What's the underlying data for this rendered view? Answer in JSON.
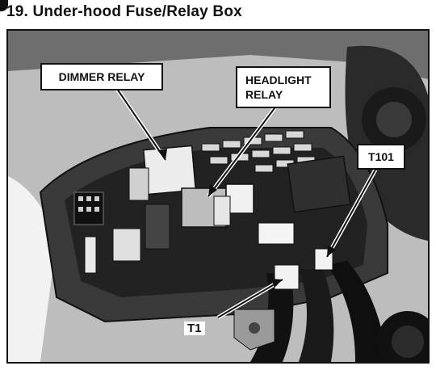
{
  "title": "19. Under-hood Fuse/Relay Box",
  "photo": {
    "callouts": {
      "dimmer_relay": "DIMMER RELAY",
      "headlight_relay": "HEADLIGHT\nRELAY",
      "t101": "T101",
      "t1": "T1"
    }
  }
}
